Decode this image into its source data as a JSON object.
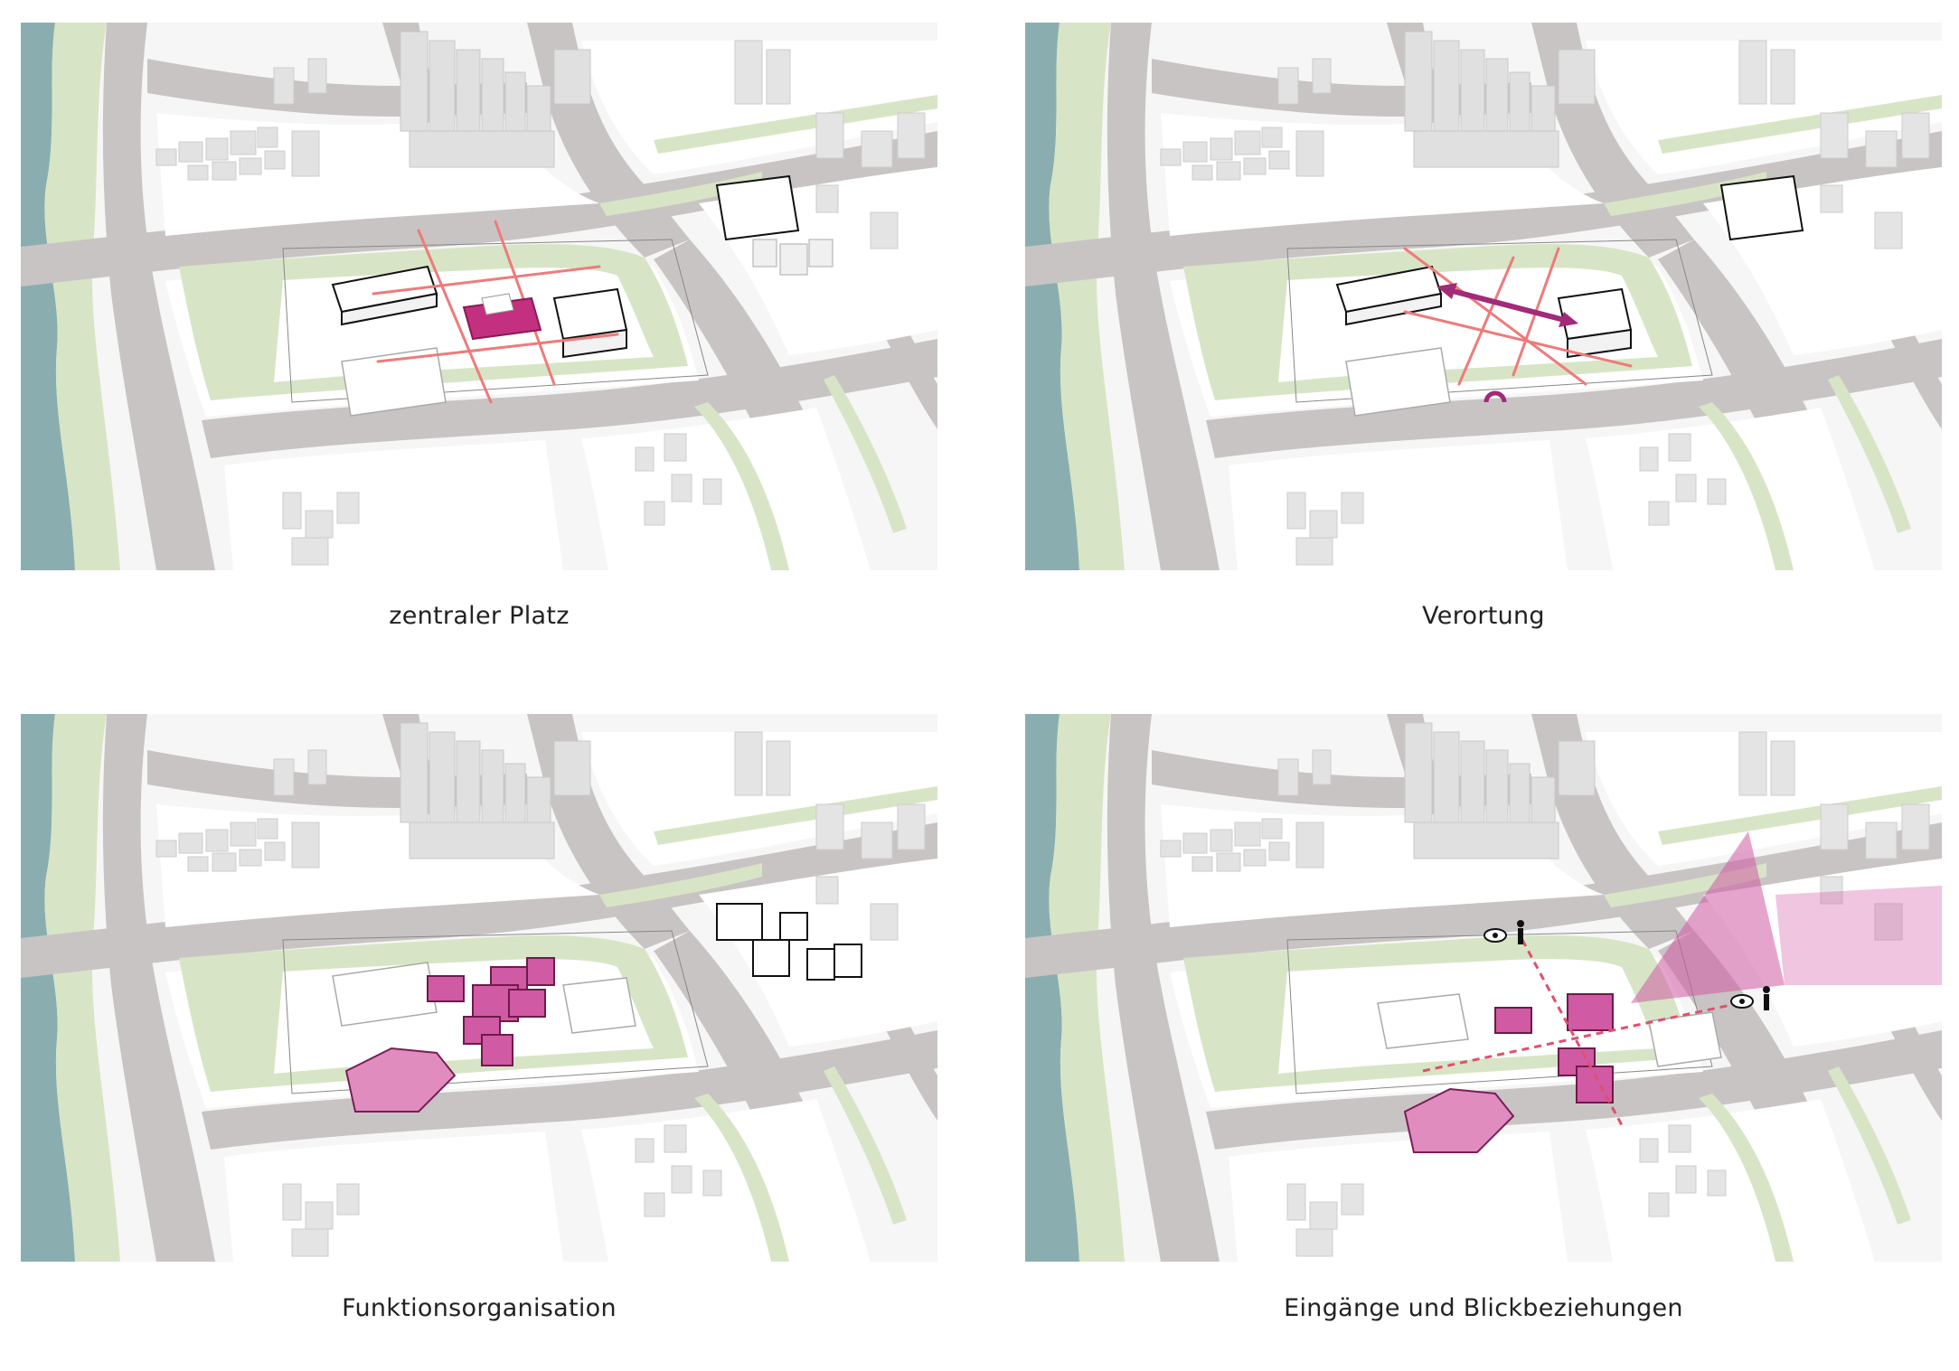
{
  "colors": {
    "river": "#8aaeb0",
    "green": "#d7e5c6",
    "road": "#c9c4c4",
    "block": "#ffffff",
    "building": "#e4e4e4",
    "building_shade": "#c9c9c9",
    "accent_line": "#ee7b7b",
    "accent_magenta": "#c2307f",
    "accent_pink": "#e08cbf"
  },
  "panels": [
    {
      "caption": "zentraler Platz"
    },
    {
      "caption": "Verortung"
    },
    {
      "caption": "Funktionsorganisation"
    },
    {
      "caption": "Eingänge und Blickbeziehungen"
    }
  ]
}
